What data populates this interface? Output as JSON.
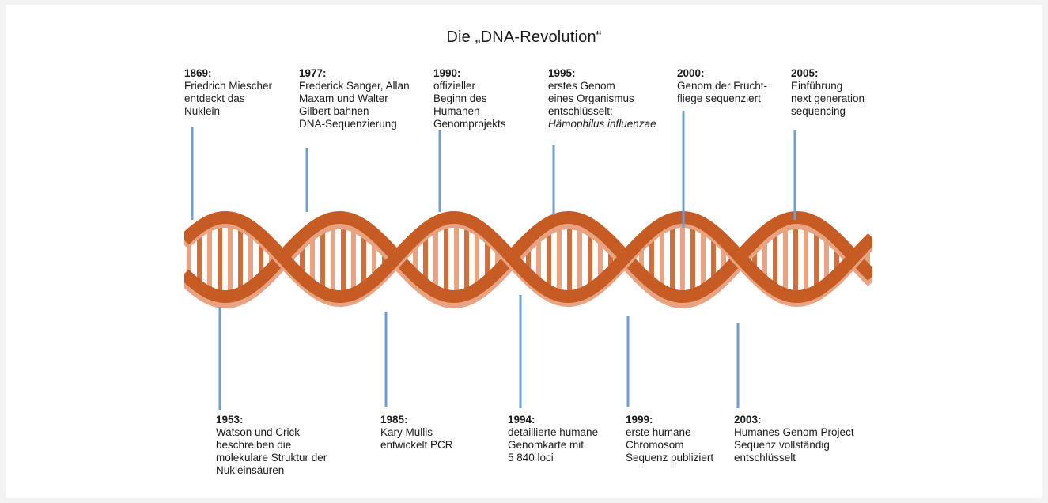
{
  "title": "Die „DNA-Revolution“",
  "colors": {
    "strand_dark": "#c75b24",
    "strand_light": "#e8a482",
    "rung": "#d56d3a",
    "leader": "#6f9ed3"
  },
  "events_top": [
    {
      "year": "1869:",
      "desc": "Friedrich Miescher\nentdeckt das\nNuklein"
    },
    {
      "year": "1977:",
      "desc": "Frederick Sanger, Allan\nMaxam und Walter\nGilbert bahnen\nDNA-Sequenzierung"
    },
    {
      "year": "1990:",
      "desc": "offizieller\nBeginn des\nHumanen\nGenomprojekts"
    },
    {
      "year": "1995:",
      "desc": "erstes Genom\neines Organismus\nentschlüsselt:",
      "desc_italic": "Hämophilus influenzae"
    },
    {
      "year": "2000:",
      "desc": "Genom der Frucht-\nfliege sequenziert"
    },
    {
      "year": "2005:",
      "desc": "Einführung\nnext generation\nsequencing"
    }
  ],
  "events_bottom": [
    {
      "year": "1953:",
      "desc": "Watson und Crick\nbeschreiben die\nmolekulare Struktur der\nNukleinsäuren"
    },
    {
      "year": "1985:",
      "desc": "Kary Mullis\nentwickelt PCR"
    },
    {
      "year": "1994:",
      "desc": "detaillierte humane\nGenomkarte mit\n5 840 loci"
    },
    {
      "year": "1999:",
      "desc": "erste humane\nChromosom\nSequenz publiziert"
    },
    {
      "year": "2003:",
      "desc": "Humanes Genom Project\nSequenz vollständig\nentschlüsselt"
    }
  ]
}
